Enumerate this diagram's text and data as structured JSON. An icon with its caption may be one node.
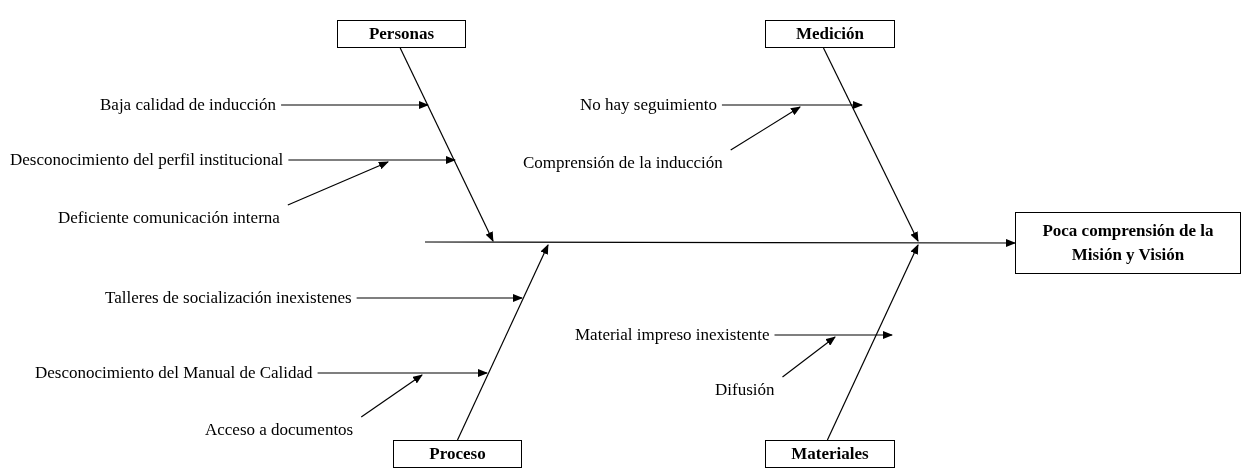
{
  "diagram": {
    "nodes": [
      {
        "text": [
          "Personas"
        ]
      },
      {
        "text": [
          "Medición"
        ]
      },
      {
        "text": [
          "Poca comprensión de la Misión y Visión"
        ]
      },
      {
        "text": [
          "Proceso"
        ]
      },
      {
        "text": [
          "Materiales"
        ]
      },
      {
        "text": [
          "Baja calidad de inducción"
        ]
      },
      {
        "text": [
          "Desconocimiento del perfil institucional"
        ]
      },
      {
        "text": [
          "Deficiente comunicación interna"
        ]
      },
      {
        "text": [
          "No hay seguimiento"
        ]
      },
      {
        "text": [
          "Comprensión de la inducción"
        ]
      },
      {
        "text": [
          "Talleres de socialización inexistenes"
        ]
      },
      {
        "text": [
          "Desconocimiento del Manual de Calidad"
        ]
      },
      {
        "text": [
          "Acceso a documentos"
        ]
      },
      {
        "text": [
          "Material impreso inexistente"
        ]
      },
      {
        "text": [
          "Difusión"
        ]
      }
    ],
    "edges": [
      {
        "from": null,
        "to": 2,
        "arrow": "to"
      },
      {
        "from": 0,
        "to": null,
        "arrow": "to"
      },
      {
        "from": 1,
        "to": null,
        "arrow": "to"
      },
      {
        "from": 3,
        "to": null,
        "arrow": "to"
      },
      {
        "from": 4,
        "to": null,
        "arrow": "to"
      },
      {
        "from": 5,
        "to": null,
        "arrow": "to"
      },
      {
        "from": 6,
        "to": null,
        "arrow": "to"
      },
      {
        "from": 7,
        "to": null,
        "arrow": "to"
      },
      {
        "from": 8,
        "to": null,
        "arrow": "to"
      },
      {
        "from": 9,
        "to": null,
        "arrow": "to"
      },
      {
        "from": 10,
        "to": null,
        "arrow": "to"
      },
      {
        "from": 11,
        "to": null,
        "arrow": "to"
      },
      {
        "from": 12,
        "to": null,
        "arrow": "to"
      },
      {
        "from": 13,
        "to": null,
        "arrow": "to"
      },
      {
        "from": 14,
        "to": null,
        "arrow": "to"
      }
    ]
  }
}
